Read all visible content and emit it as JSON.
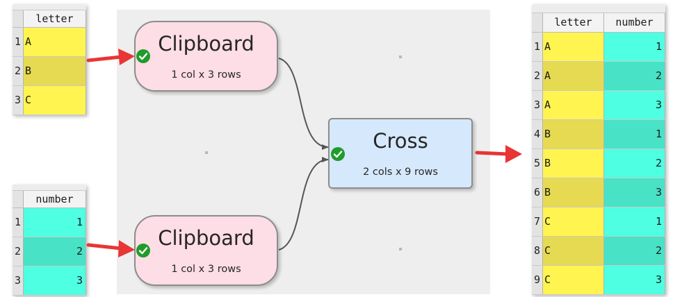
{
  "input_letter_table": {
    "column_header": "letter",
    "rows": [
      {
        "index": "1",
        "value": "A"
      },
      {
        "index": "2",
        "value": "B"
      },
      {
        "index": "3",
        "value": "C"
      }
    ]
  },
  "input_number_table": {
    "column_header": "number",
    "rows": [
      {
        "index": "1",
        "value": "1"
      },
      {
        "index": "2",
        "value": "2"
      },
      {
        "index": "3",
        "value": "3"
      }
    ]
  },
  "nodes": {
    "clipboard_top": {
      "title": "Clipboard",
      "subtitle": "1 col x 3 rows"
    },
    "clipboard_bottom": {
      "title": "Clipboard",
      "subtitle": "1 col x 3 rows"
    },
    "cross": {
      "title": "Cross",
      "subtitle": "2 cols x 9 rows"
    }
  },
  "output_table": {
    "headers": [
      "letter",
      "number"
    ],
    "rows": [
      {
        "index": "1",
        "letter": "A",
        "number": "1"
      },
      {
        "index": "2",
        "letter": "A",
        "number": "2"
      },
      {
        "index": "3",
        "letter": "A",
        "number": "3"
      },
      {
        "index": "4",
        "letter": "B",
        "number": "1"
      },
      {
        "index": "5",
        "letter": "B",
        "number": "2"
      },
      {
        "index": "6",
        "letter": "B",
        "number": "3"
      },
      {
        "index": "7",
        "letter": "C",
        "number": "1"
      },
      {
        "index": "8",
        "letter": "C",
        "number": "2"
      },
      {
        "index": "9",
        "letter": "C",
        "number": "3"
      }
    ]
  },
  "colors": {
    "arrow_red": "#e83535",
    "letter_col": "#fff450",
    "letter_col_alt": "#e6da52",
    "number_col": "#4effe1",
    "number_col_alt": "#48e2c6",
    "clipboard_node": "#fddde6",
    "cross_node": "#d6e8fb",
    "check_green": "#1f9c2a"
  },
  "icons": [
    "checkmark-icon",
    "arrow-icon"
  ]
}
